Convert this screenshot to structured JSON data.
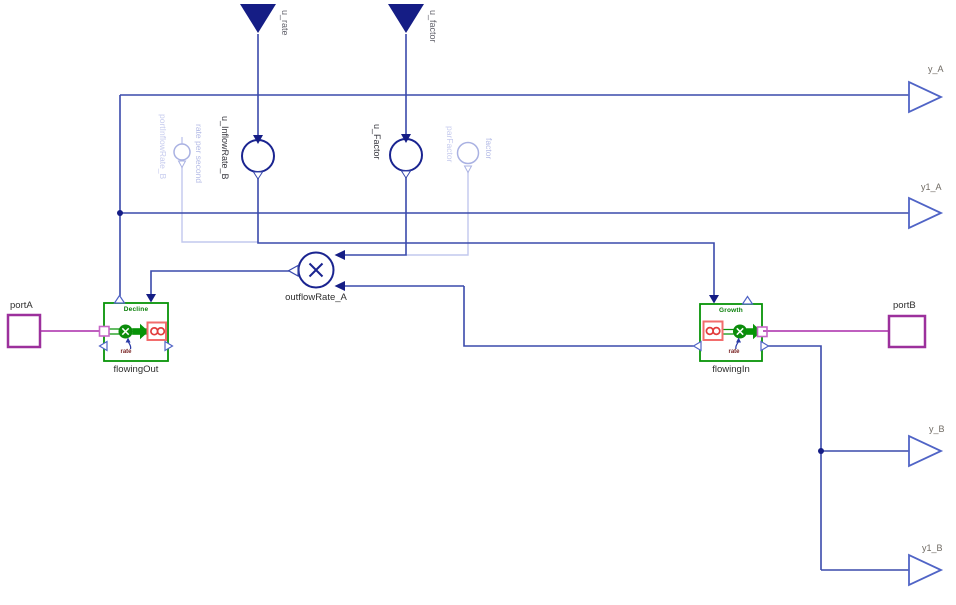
{
  "canvas": {
    "background": "#ffffff"
  },
  "colors": {
    "connection": "#3a4aac",
    "component_navy": "#151d85",
    "output_border": "#5064c6",
    "faint_line": "#c2c8ee",
    "faint_shape": "#a9b1e2",
    "green": "#089408",
    "green_label": "#067d06",
    "red_box": "#f26d6d",
    "red_symbol": "#e23c3c",
    "port_purple": "#9c309c",
    "port_line": "#bf5fbf",
    "label_dark": "#36363e",
    "label_gray": "#63636d",
    "rate_label": "#7a2424",
    "name_label": "#2e2e2e"
  },
  "inputs": {
    "u_rate": {
      "label": "u_rate"
    },
    "u_factor": {
      "label": "u_factor"
    }
  },
  "outputs": {
    "y_A": {
      "label": "y_A"
    },
    "y1_A": {
      "label": "y1_A"
    },
    "y_B": {
      "label": "y_B"
    },
    "y1_B": {
      "label": "y1_B"
    }
  },
  "converters": {
    "inflow_rate": {
      "label": "u_InflowRate_B"
    },
    "factor": {
      "label": "u_Factor"
    },
    "multiply": {
      "label": "outflowRate_A",
      "operator": "×"
    }
  },
  "disabled": {
    "port_inflow_rate": {
      "label": "portInflowRate_B",
      "value_label": "rate per second"
    },
    "par_factor": {
      "label": "parFactor",
      "value_label": "factor"
    }
  },
  "flows": {
    "flowing_out": {
      "label": "flowingOut",
      "type_label": "Decline",
      "rate_label": "rate"
    },
    "flowing_in": {
      "label": "flowingIn",
      "type_label": "Growth",
      "rate_label": "rate"
    }
  },
  "ports": {
    "port_a": {
      "label": "portA"
    },
    "port_b": {
      "label": "portB"
    }
  }
}
